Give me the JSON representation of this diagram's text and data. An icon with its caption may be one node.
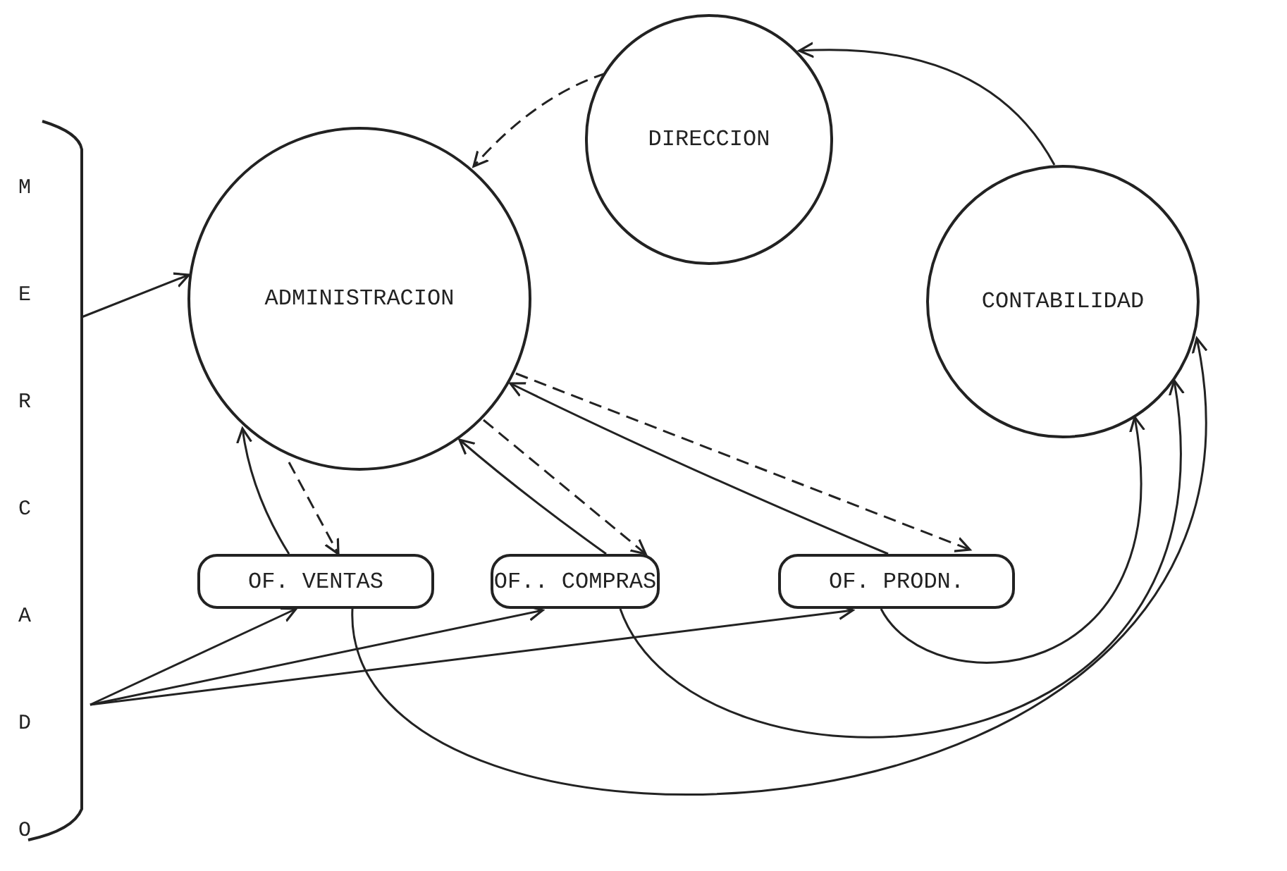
{
  "diagram": {
    "nodes": [
      {
        "text": [
          "MERCADO"
        ]
      },
      {
        "text": [
          "DIRECCION"
        ]
      },
      {
        "text": [
          "ADMINISTRACION"
        ]
      },
      {
        "text": [
          "CONTABILIDAD"
        ]
      },
      {
        "text": [
          "OF. VENTAS"
        ]
      },
      {
        "text": [
          "OF.. COMPRAS"
        ]
      },
      {
        "text": [
          "OF. PRODN."
        ]
      }
    ],
    "edges": [
      {
        "from": 1,
        "to": 2,
        "arrow": "to",
        "style": "dashed"
      },
      {
        "from": 3,
        "to": 1,
        "arrow": "to"
      },
      {
        "from": 0,
        "to": 2,
        "arrow": "to"
      },
      {
        "from": 0,
        "to": 4,
        "arrow": "to"
      },
      {
        "from": 0,
        "to": 5,
        "arrow": "to"
      },
      {
        "from": 0,
        "to": 6,
        "arrow": "to"
      },
      {
        "from": 4,
        "to": 2,
        "arrow": "to"
      },
      {
        "from": 2,
        "to": 4,
        "arrow": "to",
        "style": "dashed"
      },
      {
        "from": 5,
        "to": 2,
        "arrow": "to"
      },
      {
        "from": 2,
        "to": 5,
        "arrow": "to",
        "style": "dashed"
      },
      {
        "from": 6,
        "to": 2,
        "arrow": "to"
      },
      {
        "from": 2,
        "to": 6,
        "arrow": "to",
        "style": "dashed"
      },
      {
        "from": 6,
        "to": 3,
        "arrow": "to"
      },
      {
        "from": 5,
        "to": 3,
        "arrow": "to"
      },
      {
        "from": 4,
        "to": 3,
        "arrow": "to"
      }
    ]
  }
}
